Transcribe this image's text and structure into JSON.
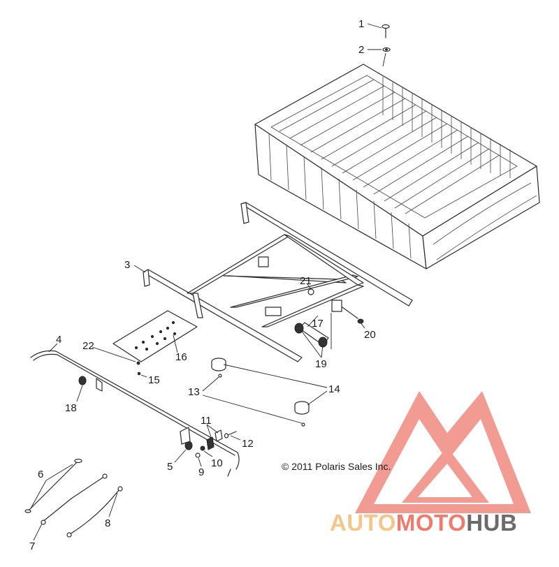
{
  "copyright": "© 2011 Polaris Sales Inc.",
  "brand": {
    "part1": "AUTO",
    "part2": "MOTO",
    "part3": "HUB",
    "color_light": "#f5c58a",
    "color_accent": "#ee7b6e",
    "color_dark": "#6b6b6b"
  },
  "callouts": [
    "1",
    "2",
    "3",
    "4",
    "5",
    "6",
    "7",
    "8",
    "9",
    "10",
    "11",
    "12",
    "13",
    "14",
    "15",
    "16",
    "17",
    "18",
    "19",
    "20",
    "21",
    "22"
  ]
}
